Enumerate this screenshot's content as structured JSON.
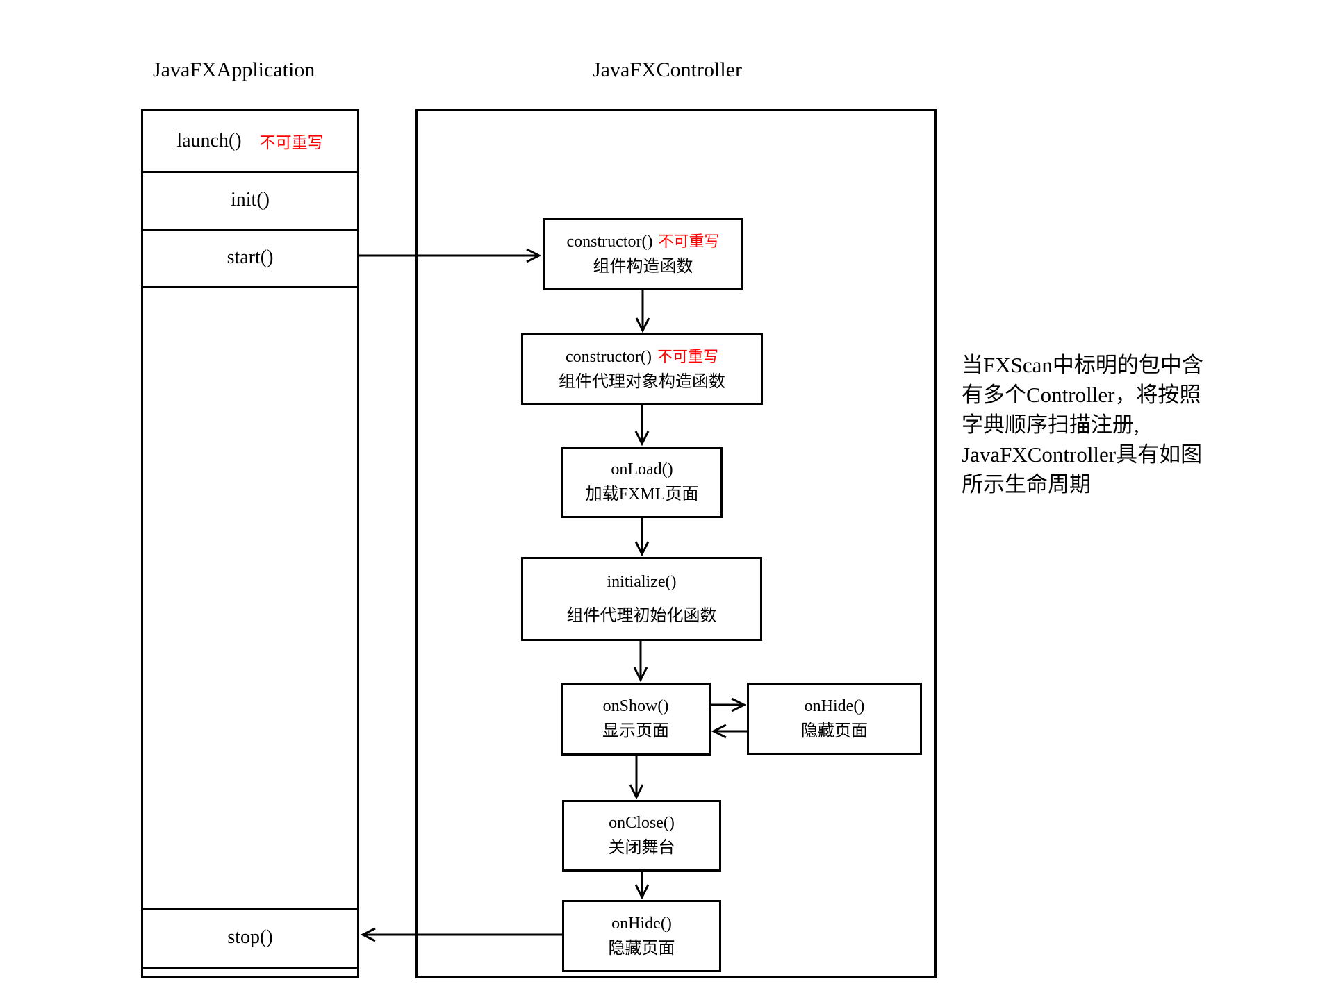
{
  "titles": {
    "application": "JavaFXApplication",
    "controller": "JavaFXController"
  },
  "application": {
    "launch": {
      "label": "launch()",
      "note": "不可重写"
    },
    "init": {
      "label": "init()"
    },
    "start": {
      "label": "start()"
    },
    "stop": {
      "label": "stop()"
    }
  },
  "controller": {
    "boxes": [
      {
        "title": "constructor()",
        "note": "不可重写",
        "subtitle": "组件构造函数"
      },
      {
        "title": "constructor()",
        "note": "不可重写",
        "subtitle": "组件代理对象构造函数"
      },
      {
        "title": "onLoad()",
        "subtitle": "加载FXML页面"
      },
      {
        "title": "initialize()",
        "subtitle": "组件代理初始化函数"
      },
      {
        "title": "onShow()",
        "subtitle": "显示页面"
      },
      {
        "title": "onHide()",
        "subtitle": "隐藏页面"
      },
      {
        "title": "onClose()",
        "subtitle": "关闭舞台"
      },
      {
        "title": "onHide()",
        "subtitle": "隐藏页面"
      }
    ]
  },
  "annotation": "当FXScan中标明的包中含\n有多个Controller，将按照\n字典顺序扫描注册,\nJavaFXController具有如图\n所示生命周期",
  "colors": {
    "note_red": "#ff0000",
    "line_black": "#000000"
  }
}
